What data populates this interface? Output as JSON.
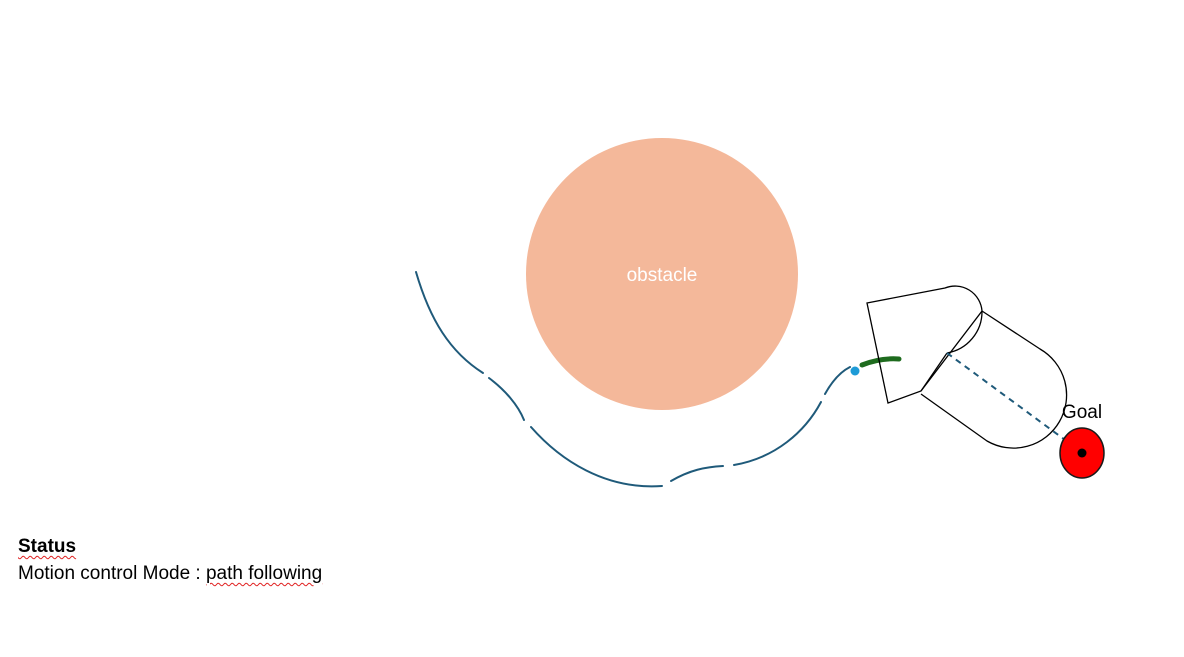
{
  "obstacle": {
    "label": "obstacle",
    "fill": "#F4B89A"
  },
  "goal": {
    "label": "Goal",
    "fill": "#FF0000",
    "center_fill": "#000000"
  },
  "path": {
    "color": "#1F5A7A"
  },
  "lookahead_arc": {
    "color": "#1E6B1E"
  },
  "lookahead_point": {
    "color": "#1E9BD7"
  },
  "status": {
    "heading": "Status",
    "mode_label": "Motion control Mode : ",
    "mode_value": "path  following"
  }
}
